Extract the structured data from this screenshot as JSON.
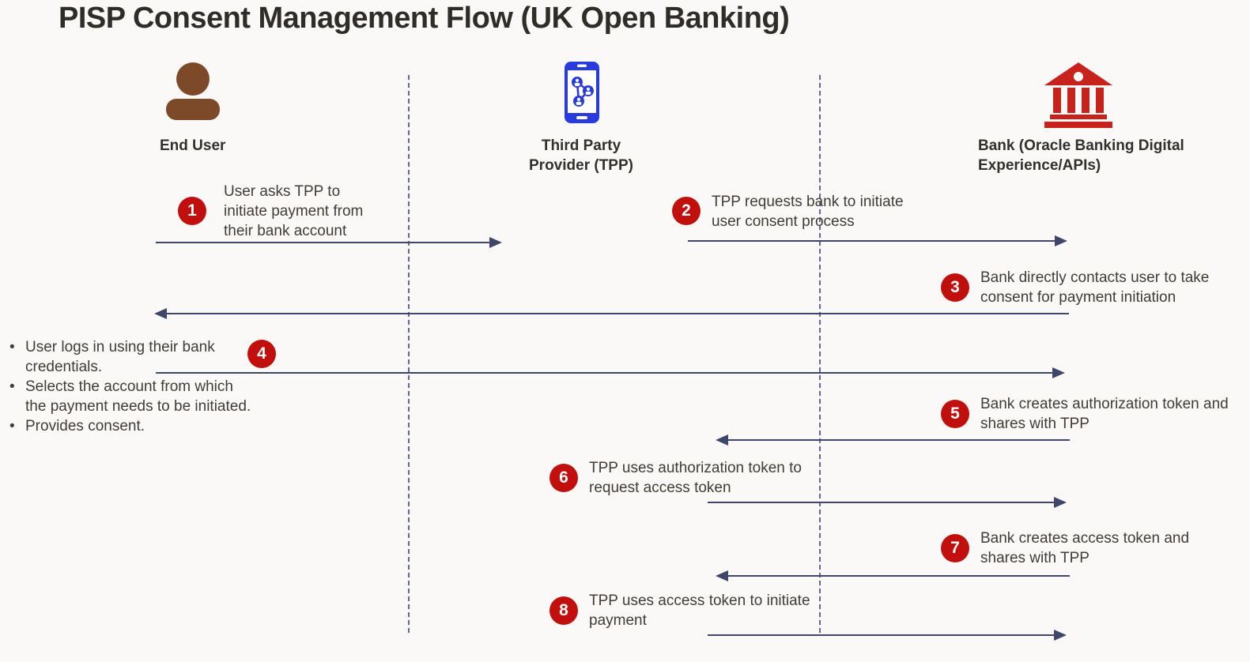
{
  "title": "PISP Consent Management Flow (UK Open Banking)",
  "actors": {
    "end_user": {
      "label": "End User",
      "icon": "person-icon"
    },
    "tpp": {
      "label": "Third Party Provider (TPP)",
      "icon": "mobile-network-icon"
    },
    "bank": {
      "label": "Bank (Oracle Banking Digital Experience/APIs)",
      "icon": "bank-building-icon"
    }
  },
  "steps": [
    {
      "num": "1",
      "text": "User asks TPP to initiate payment from their bank account",
      "from": "End User",
      "to": "TPP"
    },
    {
      "num": "2",
      "text": "TPP requests bank to initiate user consent process",
      "from": "TPP",
      "to": "Bank"
    },
    {
      "num": "3",
      "text": "Bank directly contacts user to take consent for payment initiation",
      "from": "Bank",
      "to": "End User"
    },
    {
      "num": "4",
      "bullets": [
        "User logs in using their bank credentials.",
        "Selects the account from which the payment needs to be initiated.",
        "Provides consent."
      ],
      "from": "End User",
      "to": "Bank"
    },
    {
      "num": "5",
      "text": "Bank creates authorization token and shares with TPP",
      "from": "Bank",
      "to": "TPP"
    },
    {
      "num": "6",
      "text": "TPP uses authorization token to request access token",
      "from": "TPP",
      "to": "Bank"
    },
    {
      "num": "7",
      "text": "Bank creates access token and shares with TPP",
      "from": "Bank",
      "to": "TPP"
    },
    {
      "num": "8",
      "text": "TPP uses access token to initiate payment",
      "from": "TPP",
      "to": "Bank"
    }
  ],
  "colors": {
    "background": "#fbf9f7",
    "badge_red": "#c10f0e",
    "bank_red": "#c8221c",
    "person_brown": "#7d4a29",
    "phone_blue": "#2a3bdd",
    "arrow": "#3e4769",
    "lifeline": "#6263a0"
  }
}
